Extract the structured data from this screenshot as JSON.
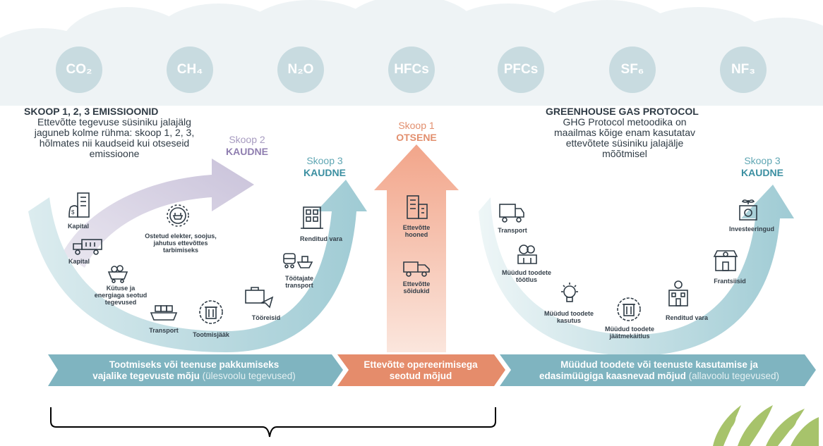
{
  "gases": [
    "CO₂",
    "CH₄",
    "N₂O",
    "HFCs",
    "PFCs",
    "SF₆",
    "NF₃"
  ],
  "left_block": {
    "title": "SKOOP 1, 2, 3 EMISSIOONID",
    "lines": [
      "Ettevõtte tegevuse süsiniku jalajälg",
      "jaguneb kolme rühma: skoop 1, 2, 3,",
      "hõlmates nii kaudseid kui otseseid",
      "emissioone"
    ]
  },
  "right_block": {
    "title": "GREENHOUSE GAS PROTOCOL",
    "lines": [
      "GHG Protocol metoodika on",
      "maailmas kõige enam kasutatav",
      "ettevõtete süsiniku jalajälje",
      "mõõtmisel"
    ]
  },
  "scope2": {
    "label": "Skoop 2",
    "type": "KAUDNE"
  },
  "scope3_left": {
    "label": "Skoop 3",
    "type": "KAUDNE"
  },
  "scope1": {
    "label": "Skoop 1",
    "type": "OTSENE"
  },
  "scope3_right": {
    "label": "Skoop 3",
    "type": "KAUDNE"
  },
  "left_items": {
    "kapital1": "Kapital",
    "kapital2": "Kapital",
    "kytus": [
      "Kütuse ja",
      "energiaga seotud",
      "tegevused"
    ],
    "transport": "Transport",
    "tootmisjaak": "Tootmisjääk",
    "tooreisid": "Tööreisid",
    "tootajate": [
      "Töötajate",
      "transport"
    ],
    "renditud": "Renditud vara",
    "ostetud": [
      "Ostetud elekter, soojus,",
      "jahutus ettevõttes",
      "tarbimiseks"
    ]
  },
  "center_items": {
    "hooned": [
      "Ettevõtte",
      "hooned"
    ],
    "soidukid": [
      "Ettevõtte",
      "sõidukid"
    ]
  },
  "right_items": {
    "transport": "Transport",
    "tootlus": [
      "Müüdud toodete",
      "töötlus"
    ],
    "kasutus": [
      "Müüdud toodete",
      "kasutus"
    ],
    "jaatme": [
      "Müüdud toodete",
      "jäätmekäitlus"
    ],
    "renditud": "Renditud vara",
    "frantsiisid": "Frantsiisid",
    "investeeringud": "Investeeringud"
  },
  "banner": {
    "left_line1": "Tootmiseks või teenuse pakkumiseks",
    "left_line2": "vajalike tegevuste mõju",
    "left_muted": "(ülesvoolu tegevused)",
    "center_line1": "Ettevõtte opereerimisega",
    "center_line2": "seotud mõjud",
    "right_line1": "Müüdud toodete või teenuste kasutamise ja",
    "right_line2": "edasimüügiga kaasnevad mõjud",
    "right_muted": "(allavoolu tegevused)"
  },
  "colors": {
    "cloud": "#eef3f5",
    "gas_circle": "#c8dbe0",
    "purple_arrow": "#d3cfdf",
    "teal_arrow": "#a6cfd7",
    "orange_arrow": "#f2a58a",
    "banner_teal": "#7fb4c0",
    "banner_orange": "#e58c6b"
  }
}
